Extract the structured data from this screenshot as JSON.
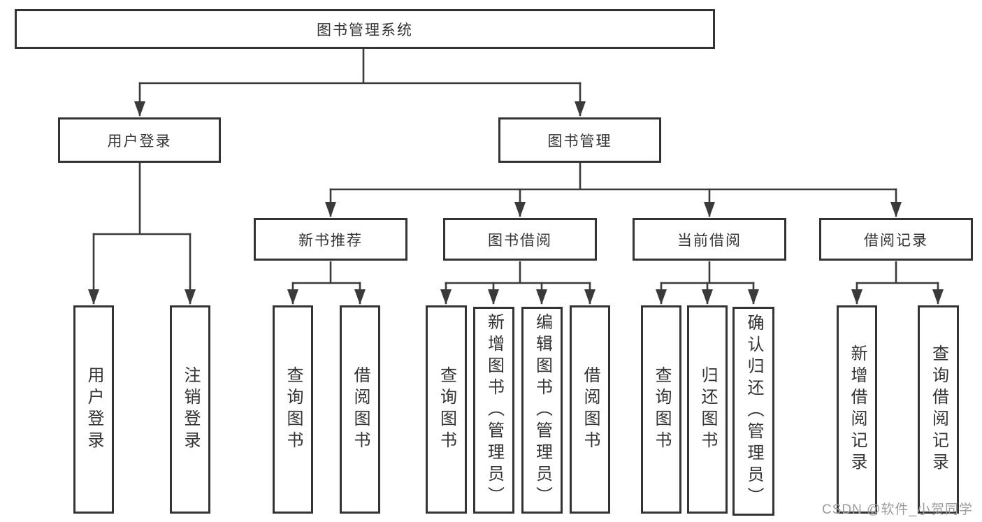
{
  "diagram": {
    "root": "图书管理系统",
    "level2": {
      "user_login": "用户登录",
      "book_mgmt": "图书管理"
    },
    "level3": {
      "new_books": "新书推荐",
      "book_borrow": "图书借阅",
      "current_borrow": "当前借阅",
      "borrow_records": "借阅记录"
    },
    "leaves": {
      "login": "用户登录",
      "logout": "注销登录",
      "nb_query": "查询图书",
      "nb_borrow": "借阅图书",
      "bb_query": "查询图书",
      "bb_add": "新增图书（管理员）",
      "bb_edit": "编辑图书（管理员）",
      "bb_borrow": "借阅图书",
      "cb_query": "查询图书",
      "cb_return": "归还图书",
      "cb_confirm": "确认归还（管理员）",
      "br_add": "新增借阅记录",
      "br_query": "查询借阅记录"
    }
  },
  "watermark": "CSDN @软件_小贺同学",
  "colors": {
    "line": "#3a3a3a",
    "box_border": "#333333",
    "text": "#333333",
    "watermark": "#9c9c9c",
    "background": "#ffffff"
  }
}
